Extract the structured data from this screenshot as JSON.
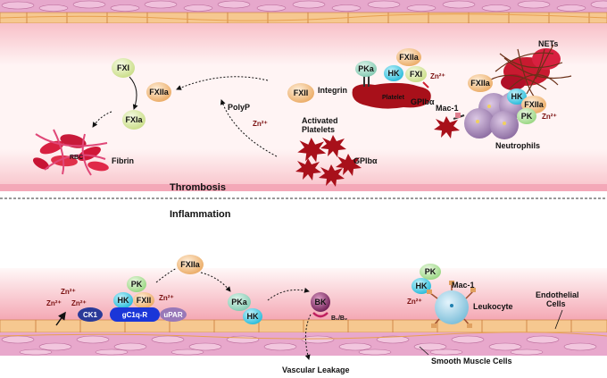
{
  "sections": {
    "thrombosis": "Thrombosis",
    "inflammation": "Inflammation"
  },
  "factors": {
    "fxi": "FXI",
    "fxiia": "FXIIa",
    "fxia": "FXIa",
    "fxii": "FXII",
    "pka": "PKa",
    "hk": "HK",
    "pk": "PK"
  },
  "labels": {
    "rbc": "RBC",
    "fibrin": "Fibrin",
    "polyp": "PolyP",
    "zn": "Zn²⁺",
    "activated_platelets": "Activated Platelets",
    "gpib_alpha": "GPIbα",
    "integrin": "Integrin",
    "platelet": "Platelet",
    "mac1": "Mac-1",
    "nets": "NETs",
    "neutrophils": "Neutrophils",
    "ck1": "CK1",
    "gc1qr": "gC1q-R",
    "upar": "uPAR",
    "bk": "BK",
    "b1b2": "B₁/B₂",
    "leukocyte": "Leukocyte",
    "endothelial_cells": "Endothelial Cells",
    "vascular_leakage": "Vascular Leakage",
    "smooth_muscle_cells": "Smooth Muscle Cells"
  },
  "colors": {
    "vessel_wall": "#e8a0c8",
    "endothelium": "#f4b07a",
    "lumen": "#fde2e2",
    "platelet": "#a8101a",
    "rbc": "#d01838",
    "fxi": "#d6e89a",
    "fxiia": "#f4c48a",
    "pka": "#a8dcc8",
    "hk": "#4fd0e8",
    "pk": "#bde6a8",
    "neutrophil": "#a888b8",
    "ck1": "#3040a0",
    "gc1qr": "#1030d0",
    "upar": "#9870b8",
    "bk": "#802060",
    "leukocyte": "#a8d8ec",
    "fibrin": "#7a3a20"
  }
}
